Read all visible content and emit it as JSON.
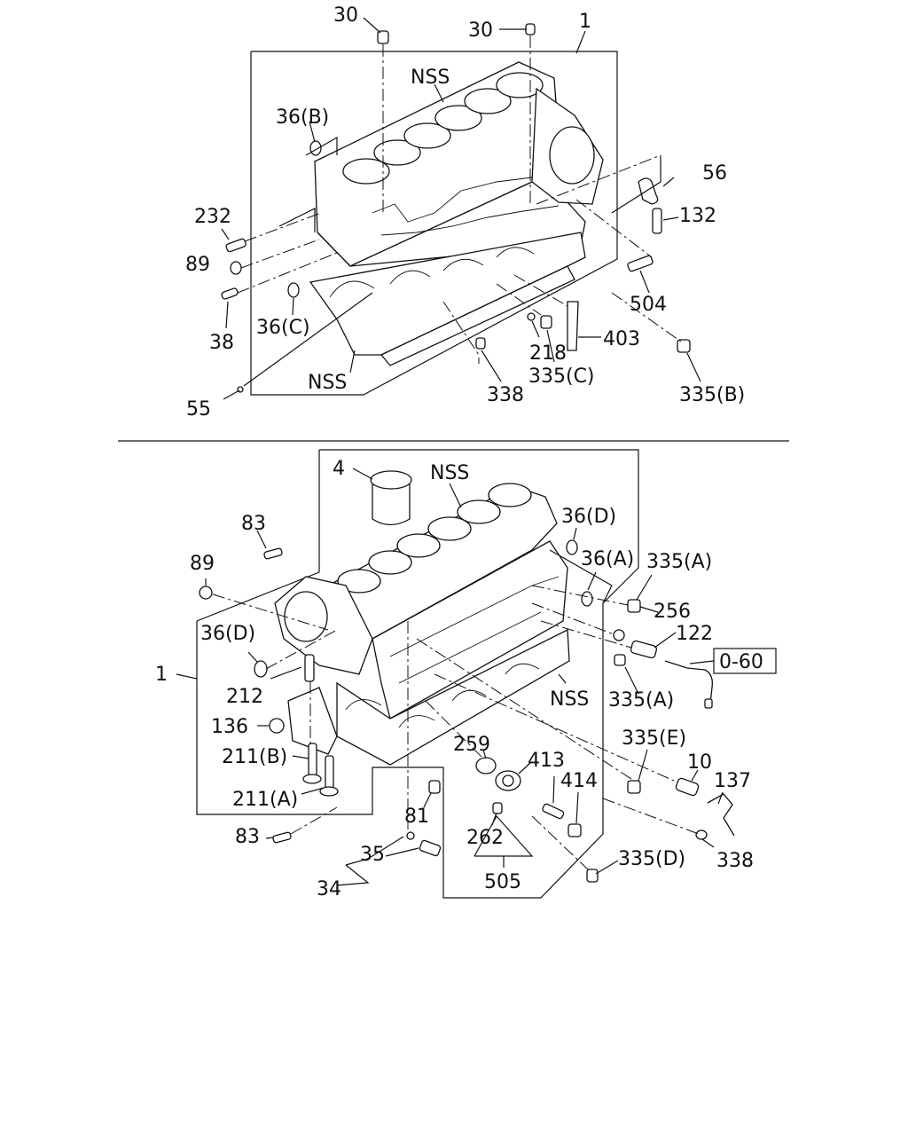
{
  "top_view": {
    "labels": {
      "l30a": "30",
      "l30b": "30",
      "l1": "1",
      "lnss1": "NSS",
      "l36b": "36(B)",
      "l56": "56",
      "l132": "132",
      "l232": "232",
      "l89": "89",
      "l504": "504",
      "l38": "38",
      "l36c": "36(C)",
      "l403": "403",
      "l218": "218",
      "l335c": "335(C)",
      "lnss2": "NSS",
      "l338": "338",
      "l335b": "335(B)",
      "l55": "55"
    }
  },
  "bottom_view": {
    "labels": {
      "l4": "4",
      "lnss3": "NSS",
      "l83a": "83",
      "l36d1": "36(D)",
      "l89b": "89",
      "l36a1": "36(A)",
      "l335a1": "335(A)",
      "l256": "256",
      "l36d2": "36(D)",
      "l122": "122",
      "l1b": "1",
      "l060": "0-60",
      "l212": "212",
      "lnss4": "NSS",
      "l335a2": "335(A)",
      "l136": "136",
      "l335e": "335(E)",
      "l211b": "211(B)",
      "l259": "259",
      "l413": "413",
      "l10": "10",
      "l414": "414",
      "l137": "137",
      "l211a": "211(A)",
      "l81": "81",
      "l262": "262",
      "l83b": "83",
      "l35": "35",
      "l335d": "335(D)",
      "l338b": "338",
      "l34": "34",
      "l505": "505"
    }
  }
}
